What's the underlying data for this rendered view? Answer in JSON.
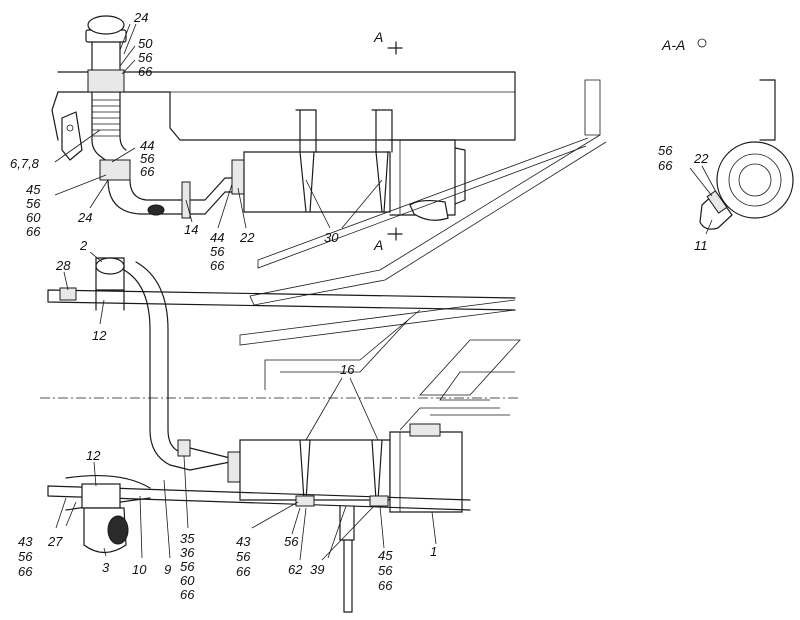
{
  "section": {
    "cut_letter": "A",
    "view_title": "A-A"
  },
  "labels": {
    "l24a": "24",
    "l50": "50",
    "l56a": "56",
    "l66a": "66",
    "l678": "6,7,8",
    "l44a": "44",
    "l56b": "56",
    "l66b": "66",
    "l45a": "45",
    "l56c": "56",
    "l60a": "60",
    "l66c": "66",
    "l24b": "24",
    "l14": "14",
    "l44b": "44",
    "l56d": "56",
    "l66d": "66",
    "l22a": "22",
    "l30": "30",
    "l56e": "56",
    "l66e": "66",
    "l22b": "22",
    "l11": "11",
    "l2": "2",
    "l28": "28",
    "l12a": "12",
    "l16": "16",
    "l12b": "12",
    "l43a": "43",
    "l56f": "56",
    "l66f": "66",
    "l27": "27",
    "l3": "3",
    "l10": "10",
    "l9": "9",
    "l35": "35",
    "l36": "36",
    "l56g": "56",
    "l60b": "60",
    "l66g": "66",
    "l43b": "43",
    "l56h": "56",
    "l66h": "66",
    "l56i": "56",
    "l62": "62",
    "l39": "39",
    "l45b": "45",
    "l56j": "56",
    "l66j": "66",
    "l1": "1"
  }
}
